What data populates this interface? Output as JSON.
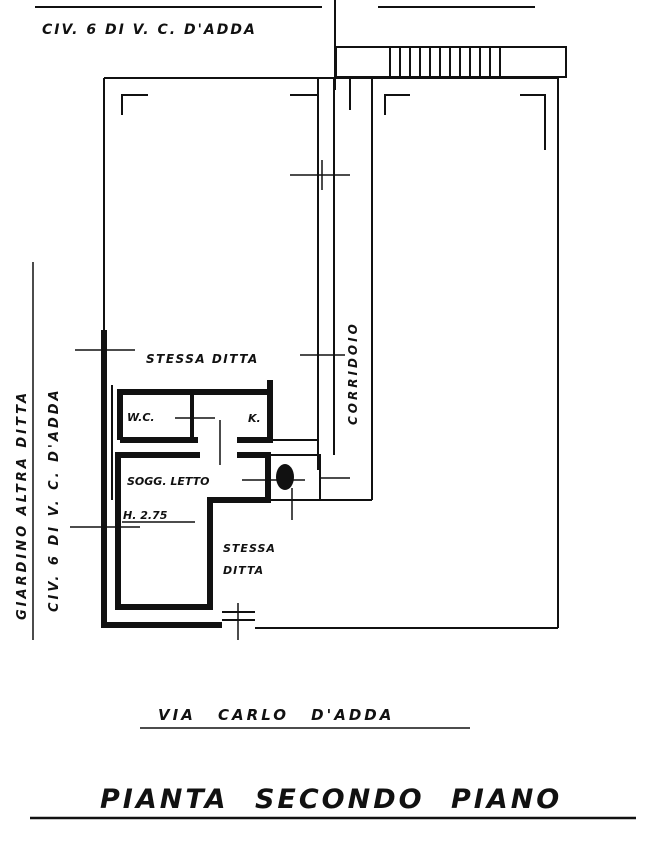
{
  "plan": {
    "top_label": "CIV. 6 DI V. C. D'ADDA",
    "stessa_ditta_top": "STESSA DITTA",
    "corridoio": "CORRIDOIO",
    "wc": "W.C.",
    "kitchen": "K.",
    "soggiorno_letto": "SOGG. LETTO",
    "height": "H. 2.75",
    "stessa_ditta_bottom_1": "STESSA",
    "stessa_ditta_bottom_2": "DITTA",
    "left_label_1": "GIARDINO ALTRA DITTA",
    "left_label_2": "CIV. 6 DI V. C. D'ADDA",
    "street": "VIA CARLO D'ADDA",
    "title": "PIANTA SECONDO PIANO"
  }
}
